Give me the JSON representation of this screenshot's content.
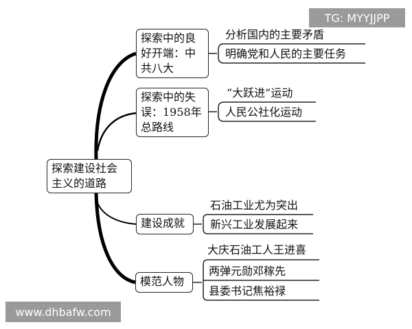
{
  "root": {
    "line1": "探索建设社会",
    "line2": "主义的道路"
  },
  "branches": [
    {
      "title_lines": [
        "探索中的良",
        "好开端：中",
        "共八大"
      ],
      "leaves": [
        "分析国内的主要矛盾",
        "明确党和人民的主要任务"
      ]
    },
    {
      "title_lines": [
        "探索中的失",
        "误：1958年",
        "总路线"
      ],
      "leaves": [
        "“大跃进”运动",
        "人民公社化运动"
      ]
    },
    {
      "title_lines": [
        "建设成就"
      ],
      "leaves": [
        "石油工业尤为突出",
        "新兴工业发展起来"
      ]
    },
    {
      "title_lines": [
        "模范人物"
      ],
      "leaves": [
        "大庆石油工人王进喜",
        "两弹元勋邓稼先",
        "县委书记焦裕禄"
      ]
    }
  ],
  "watermarks": {
    "top": "TG: MYYJJPP",
    "bottom": "www.dhbafw.com"
  }
}
